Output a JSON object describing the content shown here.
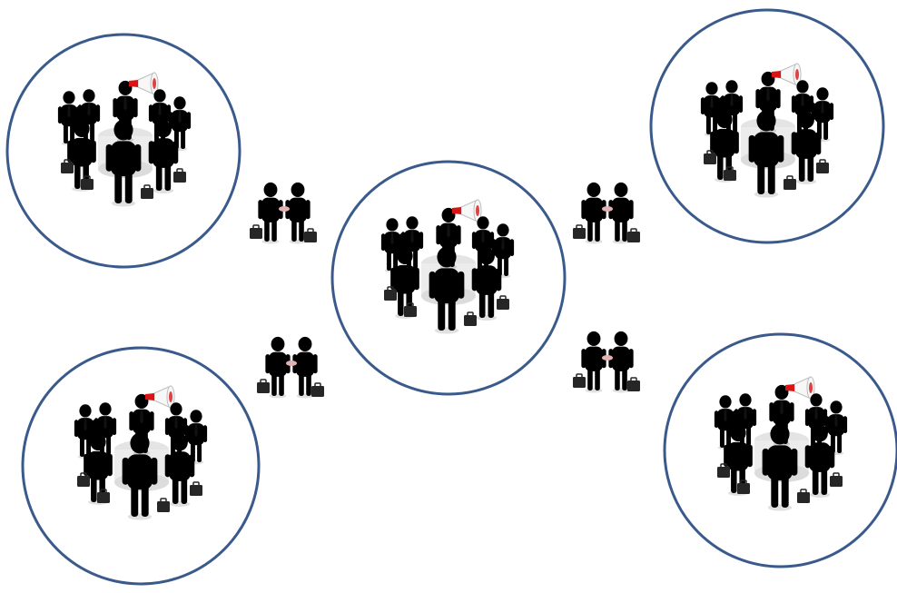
{
  "colors": {
    "background": "#ffffff",
    "circle_stroke": "#3a5a8c",
    "figure_fill": "#f2f2f2",
    "figure_shade": "#c9c9c9",
    "figure_outline": "#bdbdbd",
    "accent_red": "#d81414",
    "accent_red_dark": "#8f0a0a",
    "briefcase": "#262626",
    "tie": "#111111",
    "megaphone": "#f7f7f7"
  },
  "groups": [
    {
      "id": "top-left"
    },
    {
      "id": "top-right"
    },
    {
      "id": "center"
    },
    {
      "id": "bottom-left"
    },
    {
      "id": "bottom-right"
    }
  ],
  "handshakes": [
    {
      "id": "upper-left"
    },
    {
      "id": "lower-left"
    },
    {
      "id": "upper-right"
    },
    {
      "id": "lower-right"
    }
  ]
}
